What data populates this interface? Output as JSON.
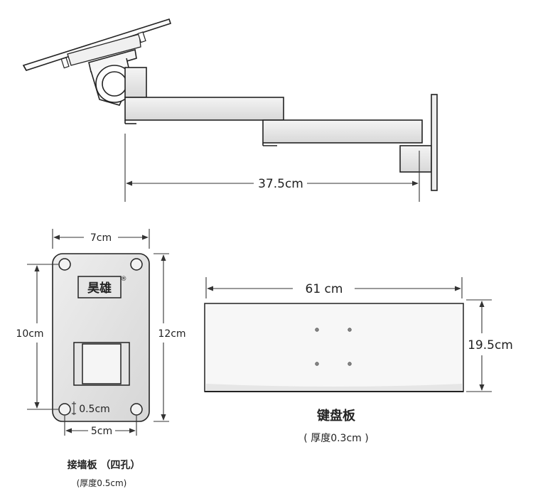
{
  "arm_dimension": "37.5cm",
  "wall_plate": {
    "width_label": "7cm",
    "height_label": "12cm",
    "hole_spacing_vertical": "10cm",
    "hole_spacing_horizontal": "5cm",
    "hole_offset": "0.5cm",
    "brand_logo": "昊雄",
    "registered_mark": "®",
    "caption_title": "接墙板 （四孔）",
    "caption_note": "(厚度0.5cm)"
  },
  "keyboard_tray": {
    "width_label": "61 cm",
    "depth_label": "19.5cm",
    "caption_title": "键盘板",
    "caption_note": "( 厚度0.3cm )"
  }
}
